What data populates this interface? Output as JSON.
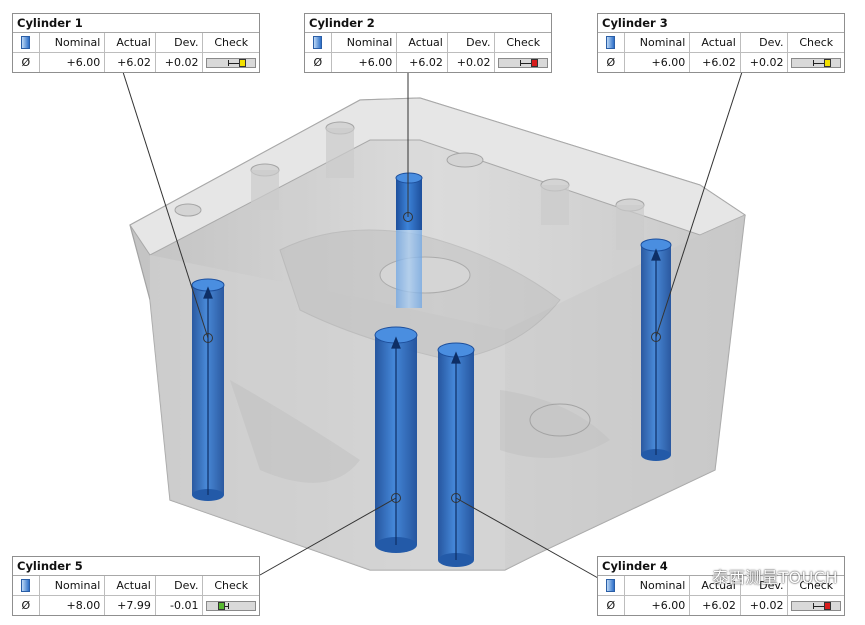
{
  "header_labels": {
    "nominal": "Nominal",
    "actual": "Actual",
    "dev": "Dev.",
    "check": "Check"
  },
  "cylinders": [
    {
      "title": "Cylinder 1",
      "symbol": "Ø",
      "nominal": "+6.00",
      "actual": "+6.02",
      "dev": "+0.02",
      "check_color": "#f2e000",
      "deviation": 0.02
    },
    {
      "title": "Cylinder 2",
      "symbol": "Ø",
      "nominal": "+6.00",
      "actual": "+6.02",
      "dev": "+0.02",
      "check_color": "#d81c1c",
      "deviation": 0.02
    },
    {
      "title": "Cylinder 3",
      "symbol": "Ø",
      "nominal": "+6.00",
      "actual": "+6.02",
      "dev": "+0.02",
      "check_color": "#f2e000",
      "deviation": 0.02
    },
    {
      "title": "Cylinder 5",
      "symbol": "Ø",
      "nominal": "+8.00",
      "actual": "+7.99",
      "dev": "-0.01",
      "check_color": "#58b832",
      "deviation": -0.01
    },
    {
      "title": "Cylinder 4",
      "symbol": "Ø",
      "nominal": "+6.00",
      "actual": "+6.02",
      "dev": "+0.02",
      "check_color": "#d81c1c",
      "deviation": 0.02
    }
  ],
  "watermark": "泰西测量TOUCH",
  "colors": {
    "cylinder_blue": "#2e6fc4",
    "part_gray": "#c9c9c9"
  }
}
